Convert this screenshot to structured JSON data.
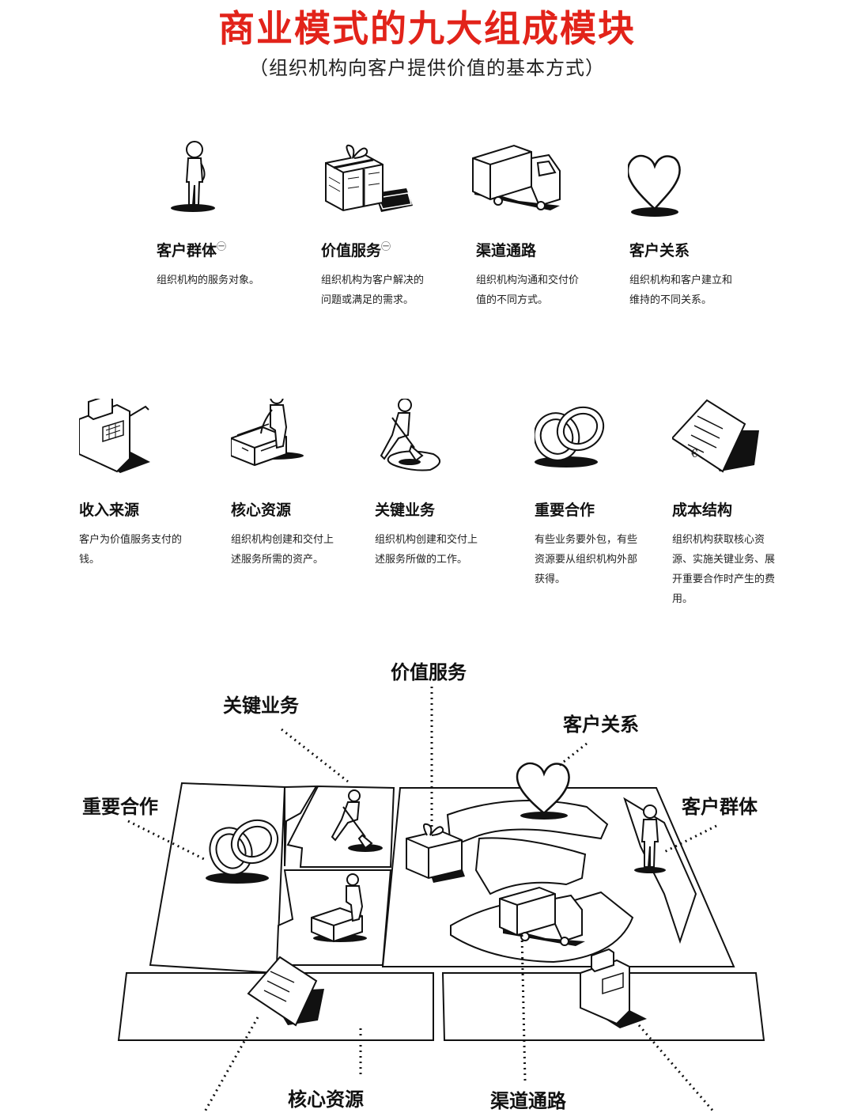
{
  "title": "商业模式的九大组成模块",
  "subtitle": "（组织机构向客户提供价值的基本方式）",
  "colors": {
    "title": "#e2231a",
    "ink": "#111111"
  },
  "footnote_mark": "㊀",
  "blocks": [
    {
      "name": "客户群体",
      "icon": "person-standing-icon",
      "marked": true,
      "desc": "组织机构的服务对象。"
    },
    {
      "name": "价值服务",
      "icon": "gift-box-icon",
      "marked": true,
      "desc": "组织机构为客户解决的问题或满足的需求。"
    },
    {
      "name": "渠道通路",
      "icon": "delivery-truck-icon",
      "marked": false,
      "desc": "组织机构沟通和交付价值的不同方式。"
    },
    {
      "name": "客户关系",
      "icon": "heart-icon",
      "marked": false,
      "desc": "组织机构和客户建立和维持的不同关系。"
    },
    {
      "name": "收入来源",
      "icon": "cash-register-icon",
      "marked": false,
      "desc": "客户为价值服务支付的钱。"
    },
    {
      "name": "核心资源",
      "icon": "worker-with-crate-icon",
      "marked": false,
      "desc": "组织机构创建和交付上述服务所需的资产。"
    },
    {
      "name": "关键业务",
      "icon": "worker-digging-icon",
      "marked": false,
      "desc": "组织机构创建和交付上述服务所做的工作。"
    },
    {
      "name": "重要合作",
      "icon": "linked-rings-icon",
      "marked": false,
      "desc": "有些业务要外包，有些资源要从组织机构外部获得。"
    },
    {
      "name": "成本结构",
      "icon": "invoice-document-icon",
      "marked": false,
      "desc": "组织机构获取核心资源、实施关键业务、展开重要合作时产生的费用。"
    }
  ],
  "canvas_labels": {
    "value": "价值服务",
    "activities": "关键业务",
    "relationships": "客户关系",
    "partners": "重要合作",
    "segments": "客户群体",
    "resources": "核心资源",
    "channels": "渠道通路"
  }
}
